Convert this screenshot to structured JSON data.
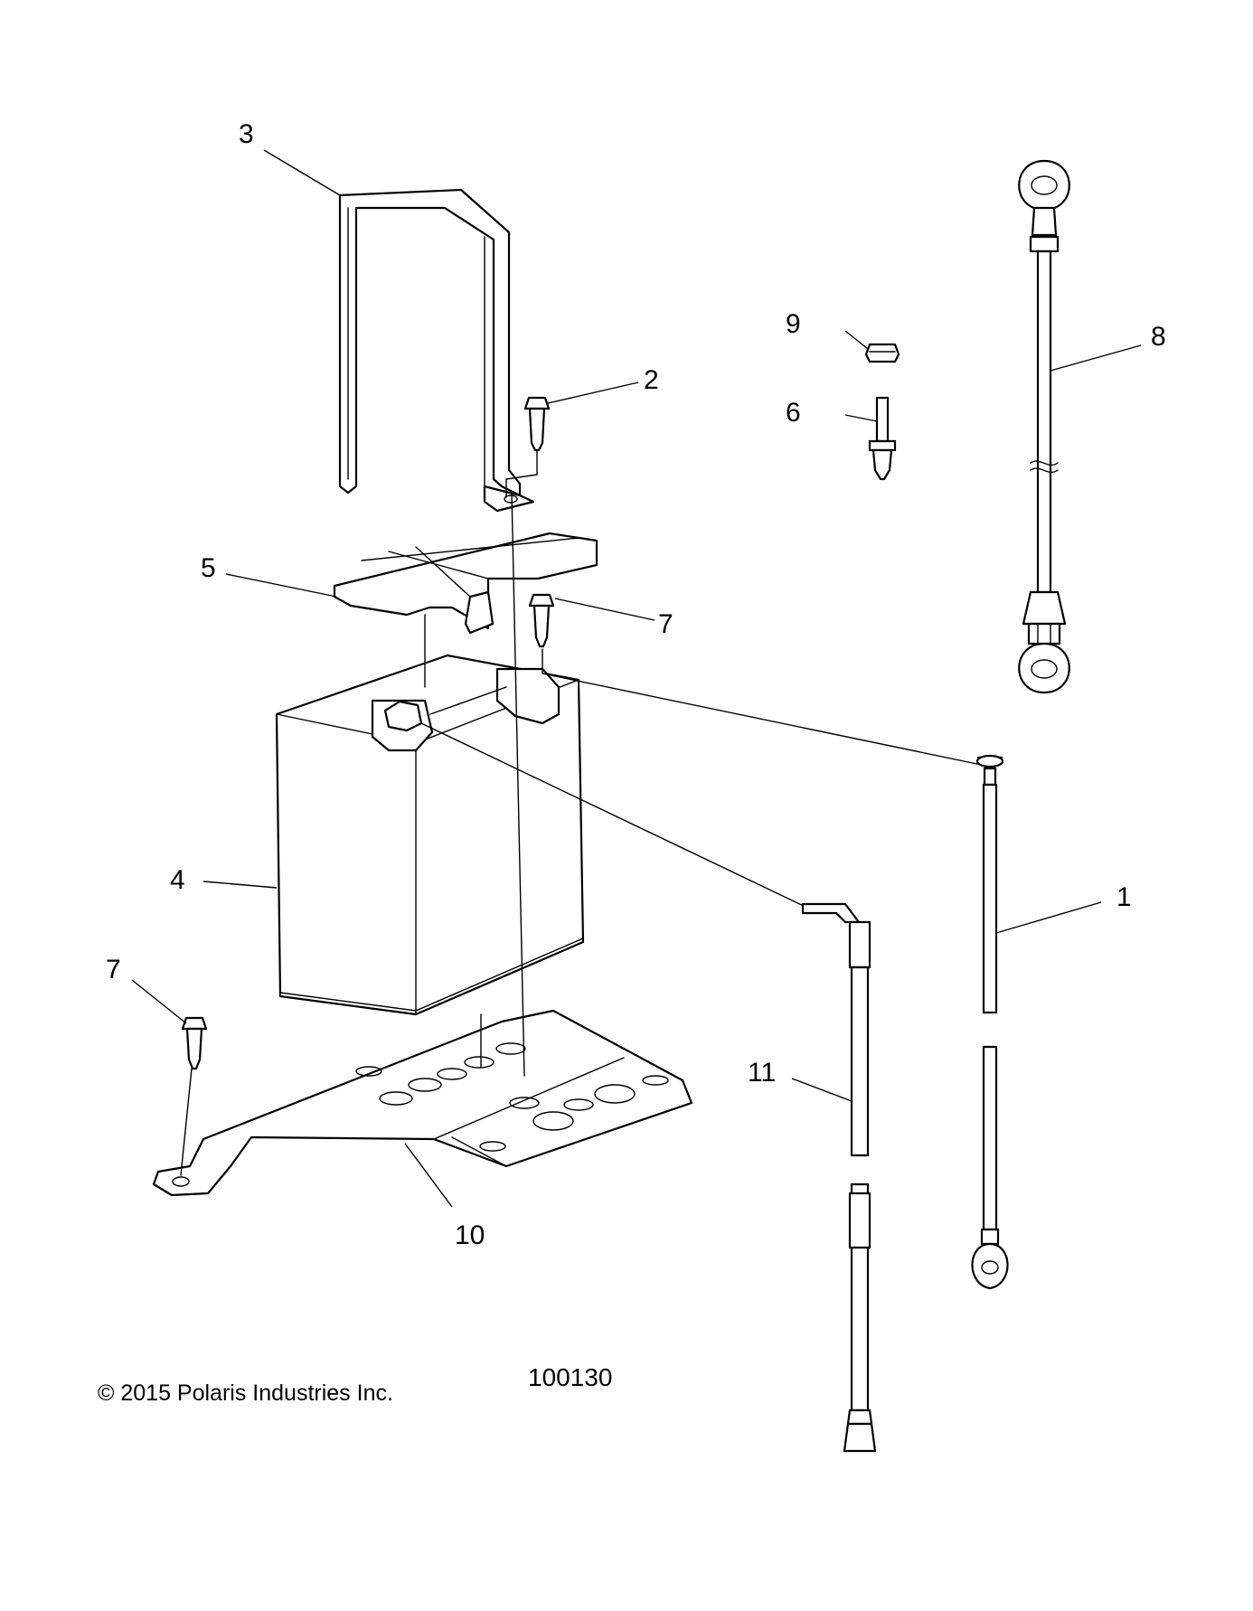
{
  "diagram": {
    "copyright": "© 2015 Polaris Industries Inc.",
    "figure_number": "100130",
    "callouts": {
      "c1": "1",
      "c2": "2",
      "c3": "3",
      "c4": "4",
      "c5": "5",
      "c6": "6",
      "c7a": "7",
      "c7b": "7",
      "c8": "8",
      "c9": "9",
      "c10": "10",
      "c11": "11"
    }
  }
}
